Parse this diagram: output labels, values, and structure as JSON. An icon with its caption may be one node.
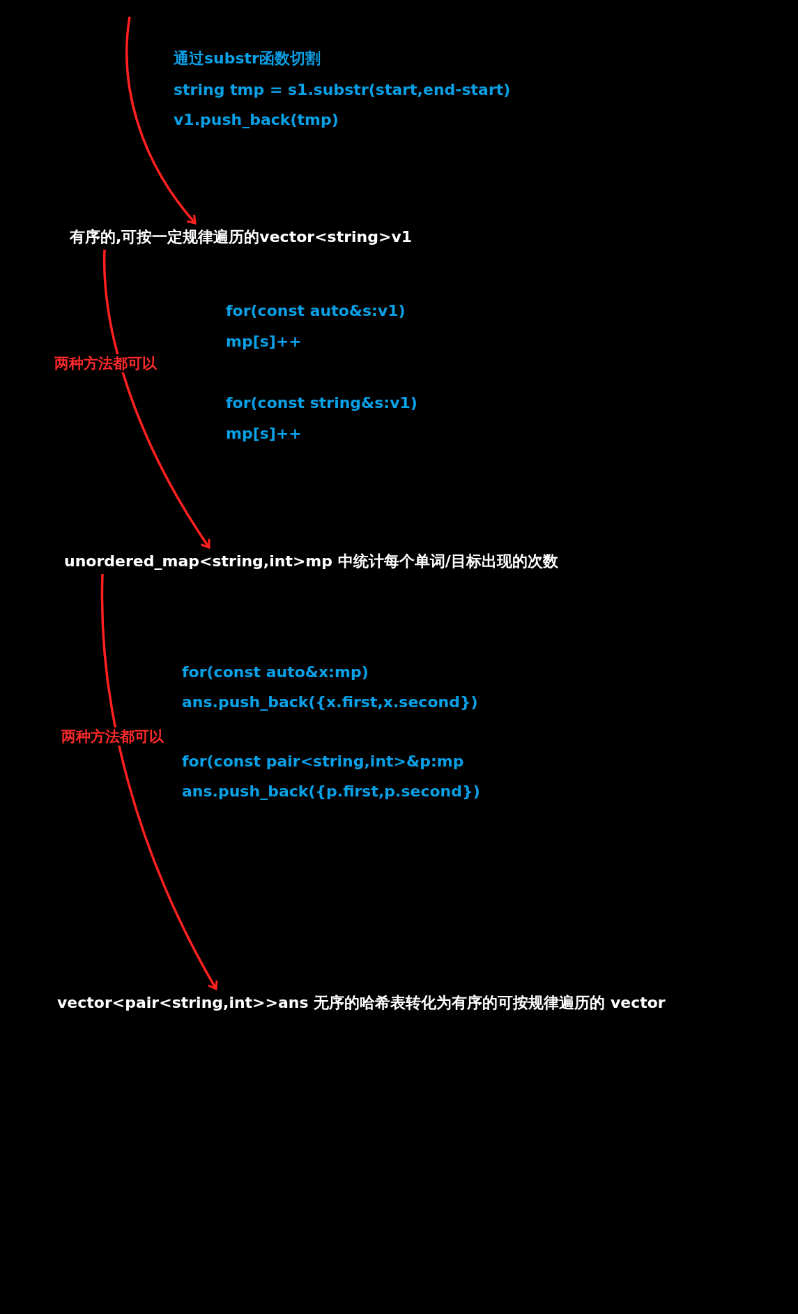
{
  "diagram": {
    "nodes": [
      {
        "text": [
          "有序的,可按一定规律遍历的vector<string>v1"
        ]
      },
      {
        "text": [
          "unordered_map<string,int>mp 中统计每个单词/目标出现的次数"
        ]
      },
      {
        "text": [
          "vector<pair<string,int>>ans 无序的哈希表转化为有序的可按规律遍历的 vector"
        ]
      }
    ],
    "edges": [
      {
        "from": null,
        "to": 0,
        "arrow": "to"
      },
      {
        "from": 0,
        "to": 1,
        "arrow": "to",
        "label": "两种方法都可以"
      },
      {
        "from": 1,
        "to": 2,
        "arrow": "to",
        "label": "两种方法都可以"
      }
    ],
    "labels": [
      "通过substr函数切割",
      "string tmp = s1.substr(start,end-start)",
      "v1.push_back(tmp)",
      "for(const auto&s:v1)",
      "mp[s]++",
      "for(const string&s:v1)",
      "mp[s]++",
      "for(const auto&x:mp)",
      "ans.push_back({x.first,x.second})",
      "for(const pair<string,int>&p:mp",
      "ans.push_back({p.first,p.second})"
    ]
  }
}
